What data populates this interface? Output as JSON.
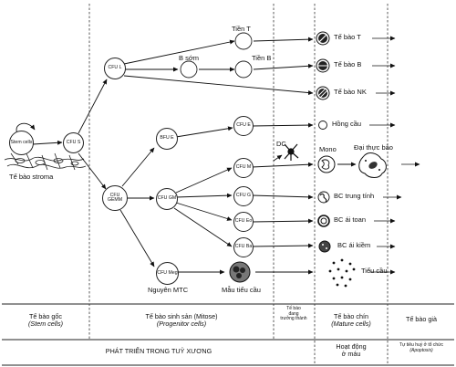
{
  "nodes": {
    "stem": "Stem cells",
    "cfu_s": "CFU S",
    "cfu_l": "CFU L",
    "cfu_gemm": "CFU GEMM",
    "bfu_e": "BFU E",
    "cfu_e": "CFU E",
    "cfu_gm": "CFU GM",
    "cfu_m": "CFU M",
    "cfu_g": "CFU G",
    "cfu_eo": "CFU Eo",
    "cfu_ba": "CFU Ba",
    "cfu_meg": "CFU Meg"
  },
  "labels": {
    "stroma": "Tế bào stroma",
    "tien_t": "Tiền T",
    "b_som": "B sớm",
    "tien_b": "Tiền B",
    "dc": "DC",
    "nguyen_mtc": "Nguyên MTC",
    "mau_tieu_cau": "Mẫu tiểu cầu",
    "te_bao_t": "Tế bào T",
    "te_bao_b": "Tế bào B",
    "te_bao_nk": "Tế bào NK",
    "hong_cau": "Hồng cầu",
    "mono": "Mono",
    "dai_thuc_bao": "Đại thực bào",
    "bc_trung_tinh": "BC trung tính",
    "bc_ai_toan": "BC ái toan",
    "bc_ai_kiem": "BC ái kiềm",
    "tieu_cau": "Tiểu cầu"
  },
  "footer": {
    "goc_vi": "Tế bào gốc",
    "goc_en": "(Stem cells)",
    "sinh_san_vi": "Tế bào sinh sản (Mitose)",
    "sinh_san_en": "(Progenitor cells)",
    "dang_1": "Tế bào",
    "dang_2": "đang",
    "dang_3": "trưởng thành",
    "chin_vi": "Tế bào chín",
    "chin_en": "(Mature cells)",
    "gia": "Tế bào già",
    "phat_trien": "PHÁT TRIỂN TRONG TUỶ XƯƠNG",
    "hoat_dong_1": "Hoạt động",
    "hoat_dong_2": "ở máu",
    "tu_tieu_vi": "Tự tiêu huỷ ở tổ chức",
    "tu_tieu_en": "(Apoptosis)"
  }
}
